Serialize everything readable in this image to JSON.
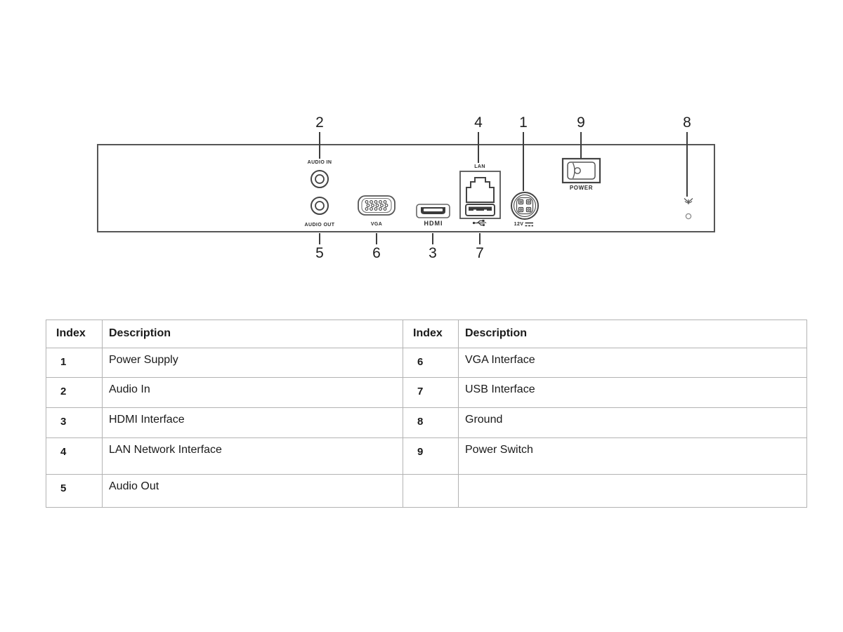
{
  "diagram": {
    "callouts": {
      "n1": "1",
      "n2": "2",
      "n3": "3",
      "n4": "4",
      "n5": "5",
      "n6": "6",
      "n7": "7",
      "n8": "8",
      "n9": "9"
    },
    "port_labels": {
      "audio_in": "AUDIO IN",
      "audio_out": "AUDIO OUT",
      "vga": "VGA",
      "hdmi": "HDMI",
      "lan": "LAN",
      "usb_icon": "usb-trident-icon",
      "dc12v": "12V",
      "dc_icon": "dc-voltage-icon",
      "ground_icon": "ground-icon",
      "power": "POWER"
    }
  },
  "table": {
    "header_index": "Index",
    "header_description": "Description",
    "left_rows": [
      {
        "index": "1",
        "description": "Power Supply"
      },
      {
        "index": "2",
        "description": "Audio In"
      },
      {
        "index": "3",
        "description": "HDMI Interface"
      },
      {
        "index": "4",
        "description": "LAN Network Interface"
      },
      {
        "index": "5",
        "description": "Audio Out"
      }
    ],
    "right_rows": [
      {
        "index": "6",
        "description": "VGA Interface"
      },
      {
        "index": "7",
        "description": "USB Interface"
      },
      {
        "index": "8",
        "description": "Ground"
      },
      {
        "index": "9",
        "description": "Power Switch"
      },
      {
        "index": "",
        "description": ""
      }
    ]
  },
  "colors": {
    "line_art": "#3d3d3d",
    "panel_border": "#565656",
    "table_border": "#b3b3b3",
    "text": "#1a1a1a"
  }
}
